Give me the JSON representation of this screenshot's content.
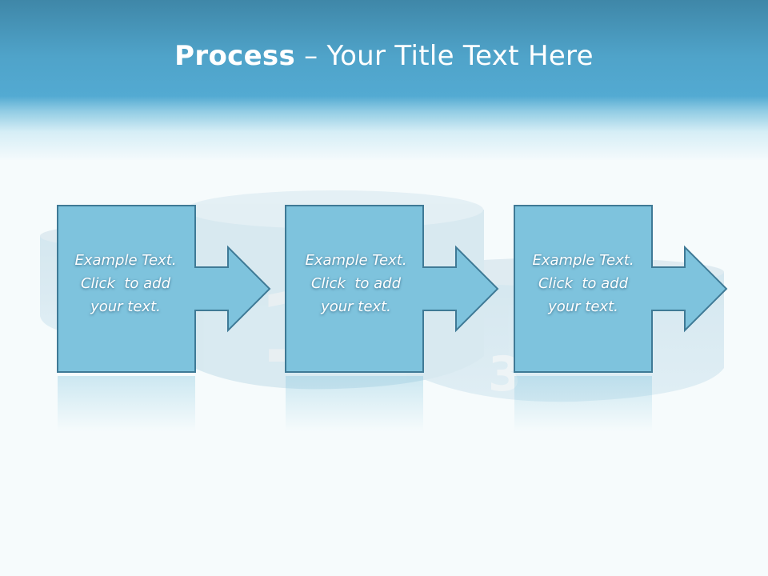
{
  "slide": {
    "title_bold": "Process",
    "title_rest": " – Your Title Text Here"
  },
  "steps": [
    {
      "line1": "Example Text.",
      "line2": "Click  to add",
      "line3": "your text."
    },
    {
      "line1": "Example Text.",
      "line2": "Click  to add",
      "line3": "your text."
    },
    {
      "line1": "Example Text.",
      "line2": "Click  to add",
      "line3": "your text."
    }
  ],
  "podium_numbers": [
    "1",
    "3"
  ],
  "colors": {
    "header": "#4fa3c9",
    "card_fill": "#7ec3dd",
    "card_stroke": "#3f7a96",
    "background": "#f6fbfc"
  }
}
